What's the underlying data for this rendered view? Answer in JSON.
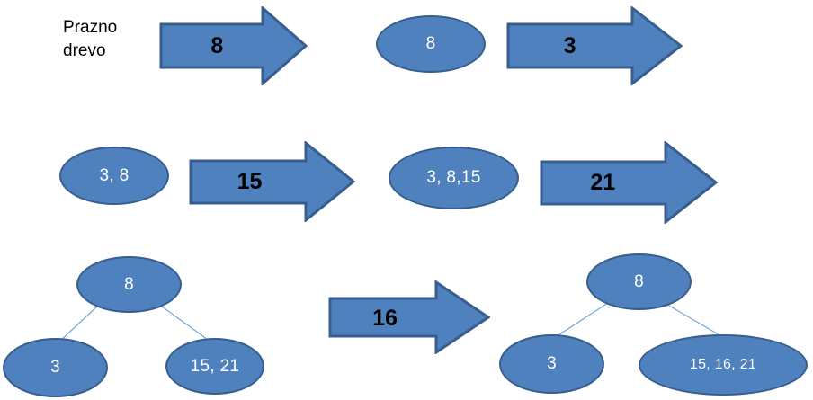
{
  "diagram": {
    "title": "B-tree / 2-3 tree insertion sequence",
    "colors": {
      "shape_fill": "#4E81BD",
      "shape_border": "#375E8E",
      "connector_line": "#6FA8DC",
      "arrow_label_text": "#000000",
      "node_text": "#FFFFFF",
      "plain_text": "#000000",
      "background": "#FFFFFF"
    },
    "start_label": "Prazno\ndrevo",
    "rows": [
      {
        "id": "row-1",
        "arrows": [
          {
            "id": "arrow-8",
            "label": "8"
          },
          {
            "id": "arrow-3",
            "label": "3"
          }
        ],
        "nodes": [
          {
            "id": "node-8",
            "label": "8"
          }
        ]
      },
      {
        "id": "row-2",
        "arrows": [
          {
            "id": "arrow-15",
            "label": "15"
          },
          {
            "id": "arrow-21",
            "label": "21"
          }
        ],
        "nodes": [
          {
            "id": "node-3-8",
            "label": "3, 8"
          },
          {
            "id": "node-3-8-15",
            "label": "3, 8,15"
          }
        ]
      },
      {
        "id": "row-3",
        "arrows": [
          {
            "id": "arrow-16",
            "label": "16"
          }
        ],
        "trees": [
          {
            "id": "tree-left",
            "root": {
              "id": "tree-left-root",
              "label": "8"
            },
            "children": [
              {
                "id": "tree-left-child-1",
                "label": "3"
              },
              {
                "id": "tree-left-child-2",
                "label": "15, 21"
              }
            ]
          },
          {
            "id": "tree-right",
            "root": {
              "id": "tree-right-root",
              "label": "8"
            },
            "children": [
              {
                "id": "tree-right-child-1",
                "label": "3"
              },
              {
                "id": "tree-right-child-2",
                "label": "15, 16, 21"
              }
            ]
          }
        ]
      }
    ]
  }
}
